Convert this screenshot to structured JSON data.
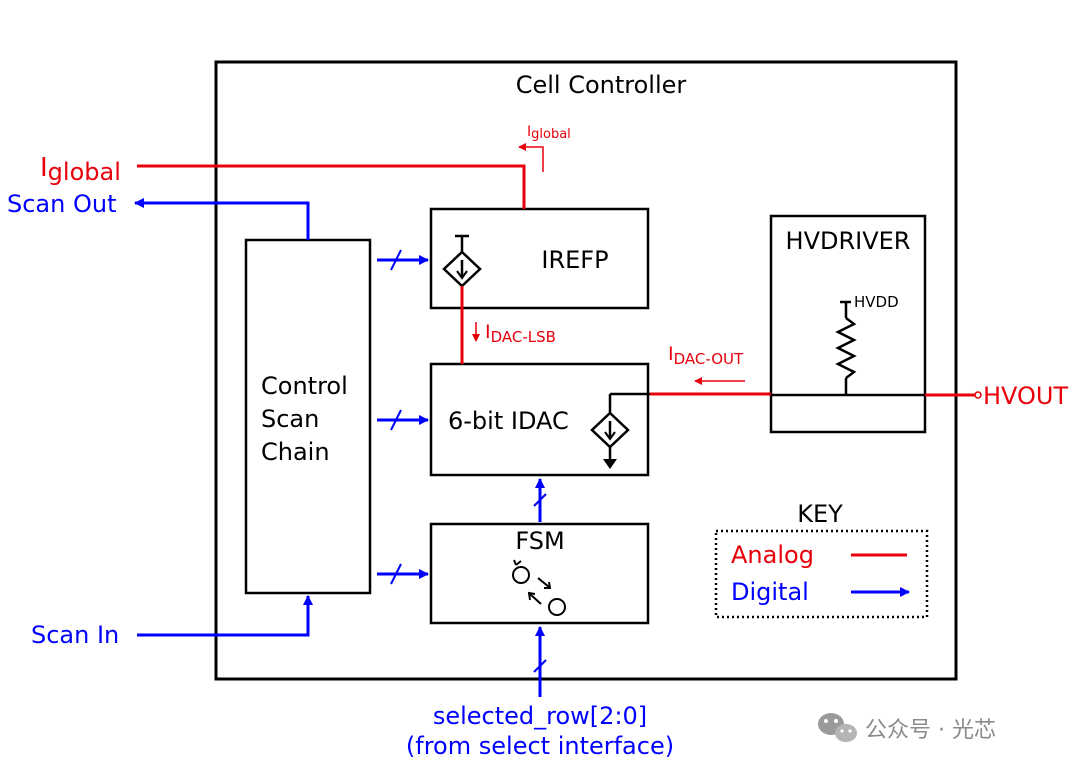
{
  "colors": {
    "analog": "#e8000b",
    "digital": "#0000ff",
    "line": "#000000",
    "watermark": "#8a8a8a"
  },
  "diagram": {
    "title": "Cell Controller",
    "inputs": {
      "iglobal_main": "I",
      "iglobal_sub": "global",
      "scan_out": "Scan Out",
      "scan_in": "Scan In",
      "selected_row_line1": "selected_row[2:0]",
      "selected_row_line2": "(from select interface)"
    },
    "blocks": {
      "irefp": "IREFP",
      "idac": "6-bit IDAC",
      "fsm": "FSM",
      "scan_chain": [
        "Control",
        "Scan",
        "Chain"
      ],
      "hvdriver": "HVDRIVER",
      "hvdd": "HVDD"
    },
    "signals": {
      "iglobal_small_main": "I",
      "iglobal_small_sub": "global",
      "idac_lsb_main": "I",
      "idac_lsb_sub": "DAC-LSB",
      "idac_out_main": "I",
      "idac_out_sub": "DAC-OUT",
      "hvout": "HVOUT"
    },
    "key": {
      "title": "KEY",
      "analog": "Analog",
      "digital": "Digital"
    }
  },
  "watermark": {
    "icon": "wechat-icon",
    "text": "公众号 · 光芯"
  }
}
